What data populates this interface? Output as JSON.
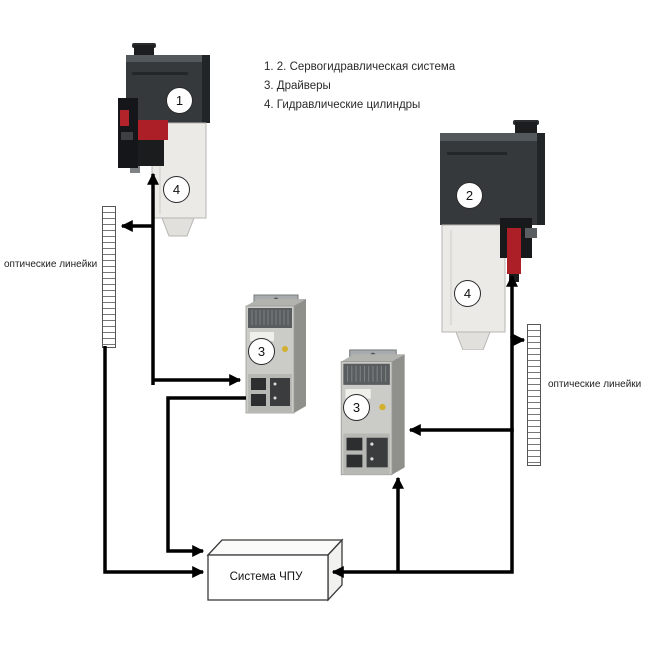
{
  "legend": {
    "items": [
      "1. 2. Сервогидравлическая система",
      "3. Драйверы",
      "4. Гидравлические цилиндры"
    ]
  },
  "labels": {
    "left_ruler": "оптические линейки",
    "right_ruler": "оптические линейки",
    "cnc_box": "Система ЧПУ"
  },
  "badges": {
    "unit1": "1",
    "unit2": "2",
    "driver1": "3",
    "driver2": "3",
    "cylinder1": "4",
    "cylinder2": "4"
  },
  "colors": {
    "line": "#000000",
    "red_accent": "#ad1f27",
    "device_dark": "#35393c",
    "cylinder_light": "#eceae7",
    "driver_gray": "#cbcbc8"
  }
}
